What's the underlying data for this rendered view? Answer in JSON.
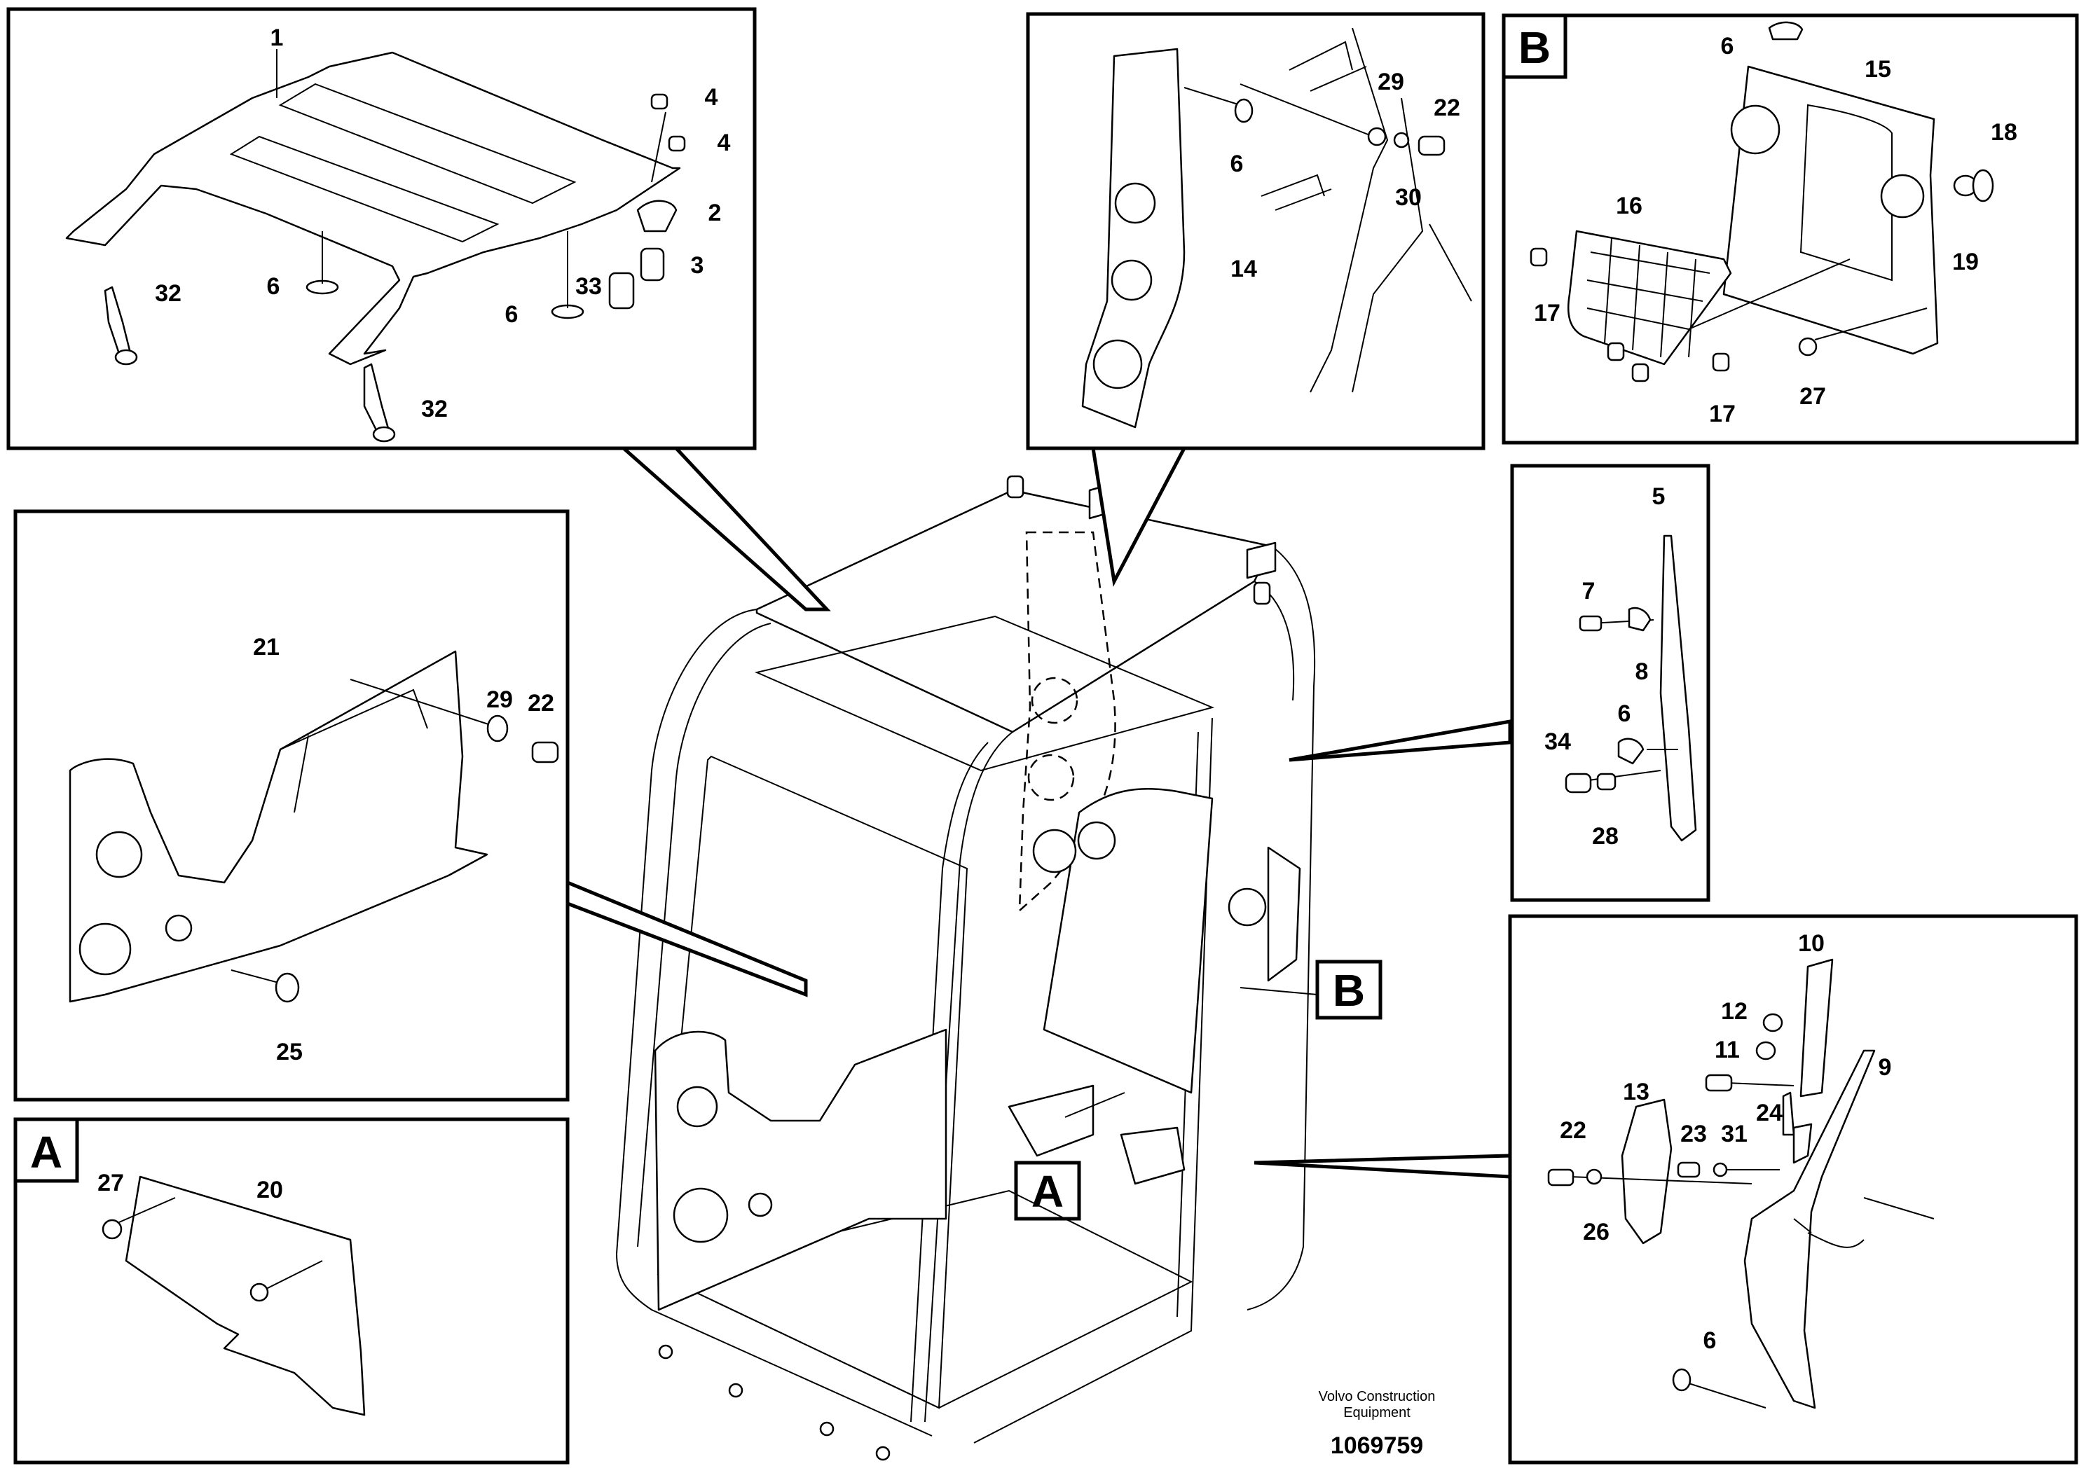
{
  "diagram": {
    "footer_company_line1": "Volvo Construction",
    "footer_company_line2": "Equipment",
    "document_number": "1069759",
    "view_tags": {
      "A": "A",
      "B": "B"
    }
  },
  "panels": {
    "top_left": [
      "1",
      "4",
      "4",
      "2",
      "3",
      "33",
      "6",
      "6",
      "32",
      "32"
    ],
    "top_middle": [
      "29",
      "22",
      "6",
      "30",
      "14"
    ],
    "top_right": [
      "6",
      "15",
      "18",
      "16",
      "19",
      "17",
      "17",
      "27"
    ],
    "middle_left": [
      "21",
      "29",
      "22",
      "25"
    ],
    "right_middle": [
      "5",
      "7",
      "8",
      "6",
      "34",
      "28"
    ],
    "bottom_left": [
      "27",
      "20"
    ],
    "bottom_right": [
      "10",
      "12",
      "11",
      "9",
      "13",
      "24",
      "22",
      "23",
      "31",
      "26",
      "6"
    ]
  }
}
